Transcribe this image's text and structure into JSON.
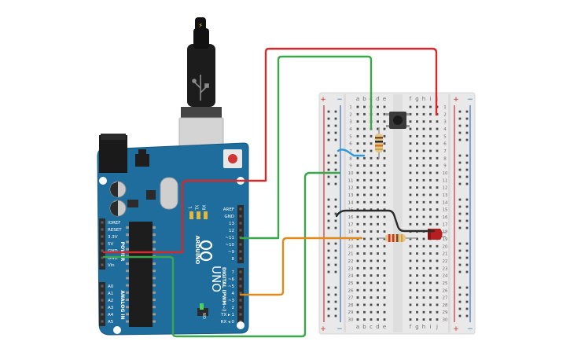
{
  "arduino": {
    "brand": "ARDUINO",
    "model": "UNO",
    "section_digital": "DIGITAL (PWM~)",
    "section_power": "POWER",
    "section_analog": "ANALOG IN",
    "on_label": "ON",
    "led_labels": {
      "l": "L",
      "tx": "TX",
      "rx": "RX"
    },
    "power_pins": [
      "IOREF",
      "RESET",
      "3.3V",
      "5V",
      "GND",
      "GND",
      "Vin"
    ],
    "analog_pins": [
      "A0",
      "A1",
      "A2",
      "A3",
      "A4",
      "A5"
    ],
    "digital_upper": [
      "AREF",
      "GND",
      "13",
      "12",
      "~11",
      "~10",
      "~9",
      "8"
    ],
    "digital_lower": [
      "7",
      "~6",
      "~5",
      "4",
      "~3",
      "2",
      "TX ▸ 1",
      "RX ◂ 0"
    ],
    "usb_symbol": "⚡",
    "colors": {
      "board": "#1f6d9c",
      "header": "#2b2b2b",
      "text": "#ffffff"
    }
  },
  "breadboard": {
    "columns_left": [
      "a",
      "b",
      "c",
      "d",
      "e"
    ],
    "columns_right": [
      "f",
      "g",
      "h",
      "i",
      "j"
    ],
    "row_count": 30,
    "rail_plus": "+",
    "rail_minus": "−",
    "colors": {
      "body": "#e9e9e9",
      "hole": "#4a4a4a",
      "rail_red": "#d62c2c",
      "rail_blue": "#3a6fbf"
    }
  },
  "wires": {
    "colors": {
      "red": "#d42a2a",
      "green": "#3aa84a",
      "orange": "#e08a1e",
      "black": "#2a2a2a",
      "blue": "#2f9bd6"
    }
  },
  "components": {
    "pushbutton": "pushbutton",
    "resistor_pulldown": "resistor",
    "resistor_led": "resistor",
    "led_color": "#b51f1f"
  }
}
